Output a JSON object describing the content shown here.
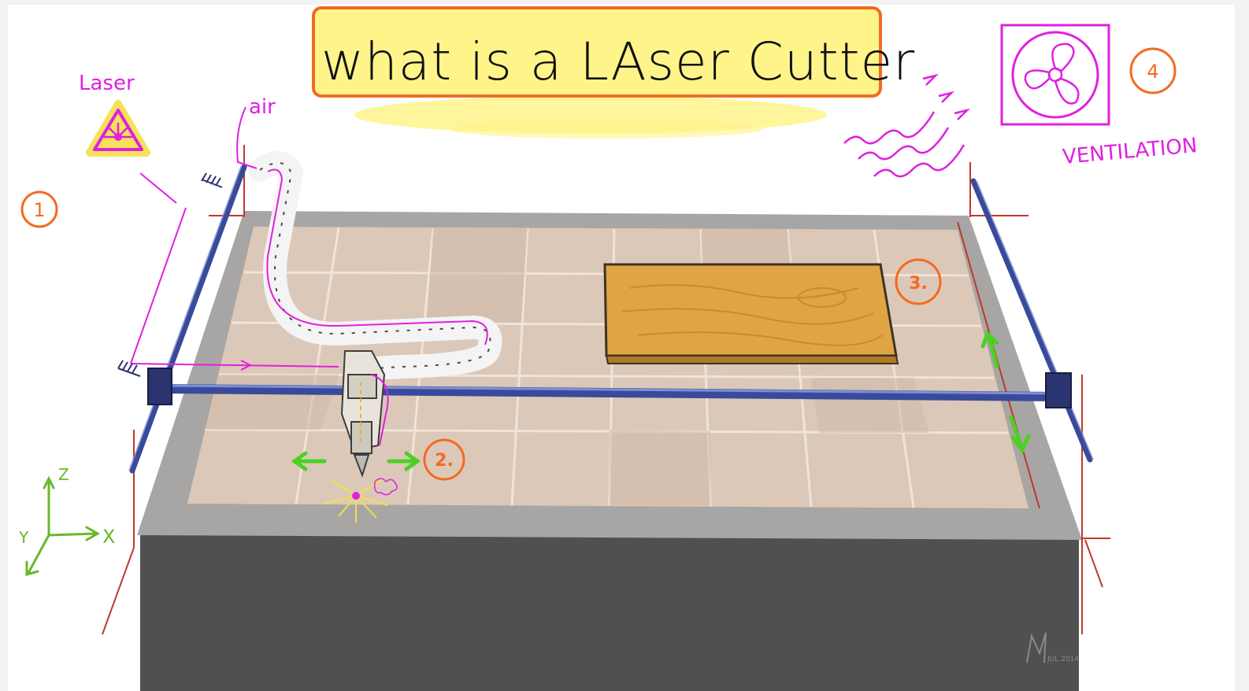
{
  "title": "what is a LAser Cutter",
  "labels": {
    "laser": "Laser",
    "air": "air",
    "ventilation": "VENTILATION",
    "axis_z": "Z",
    "axis_y": "Y",
    "axis_x": "X",
    "signature": "JUL 2014"
  },
  "markers": {
    "m1": "1",
    "m2": "2.",
    "m3": "3.",
    "m4": "4"
  },
  "colors": {
    "title_highlight": "#fff48a",
    "title_border": "#f26b21",
    "marker": "#f26b21",
    "magenta": "#e020e0",
    "rail": "#3a4a9a",
    "arrow_green": "#4cd024",
    "axis_green": "#6ab82a",
    "table_frame": "#a8a6a4",
    "bed": "#dcc8b8",
    "wood": "#e0a444",
    "cabinet": "#505050"
  },
  "icons": [
    "laser-warning-icon",
    "fan-icon",
    "air-hose",
    "laser-head",
    "gantry-rail"
  ]
}
